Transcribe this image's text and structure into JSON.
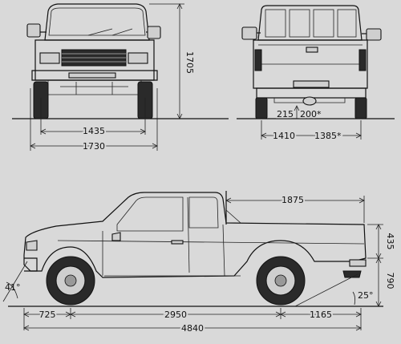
{
  "front_view": {
    "height": "1705",
    "track": "1435",
    "width": "1730"
  },
  "rear_view": {
    "clearance": "215",
    "clearance_alt": "200*",
    "track": "1410",
    "track_alt": "1385*"
  },
  "side_view": {
    "bed_length": "1875",
    "bed_height": "435",
    "floor_height": "790",
    "approach_angle": "41°",
    "departure_angle": "25°",
    "front_overhang": "725",
    "wheelbase": "2950",
    "rear_overhang": "1165",
    "overall_length": "4840"
  }
}
